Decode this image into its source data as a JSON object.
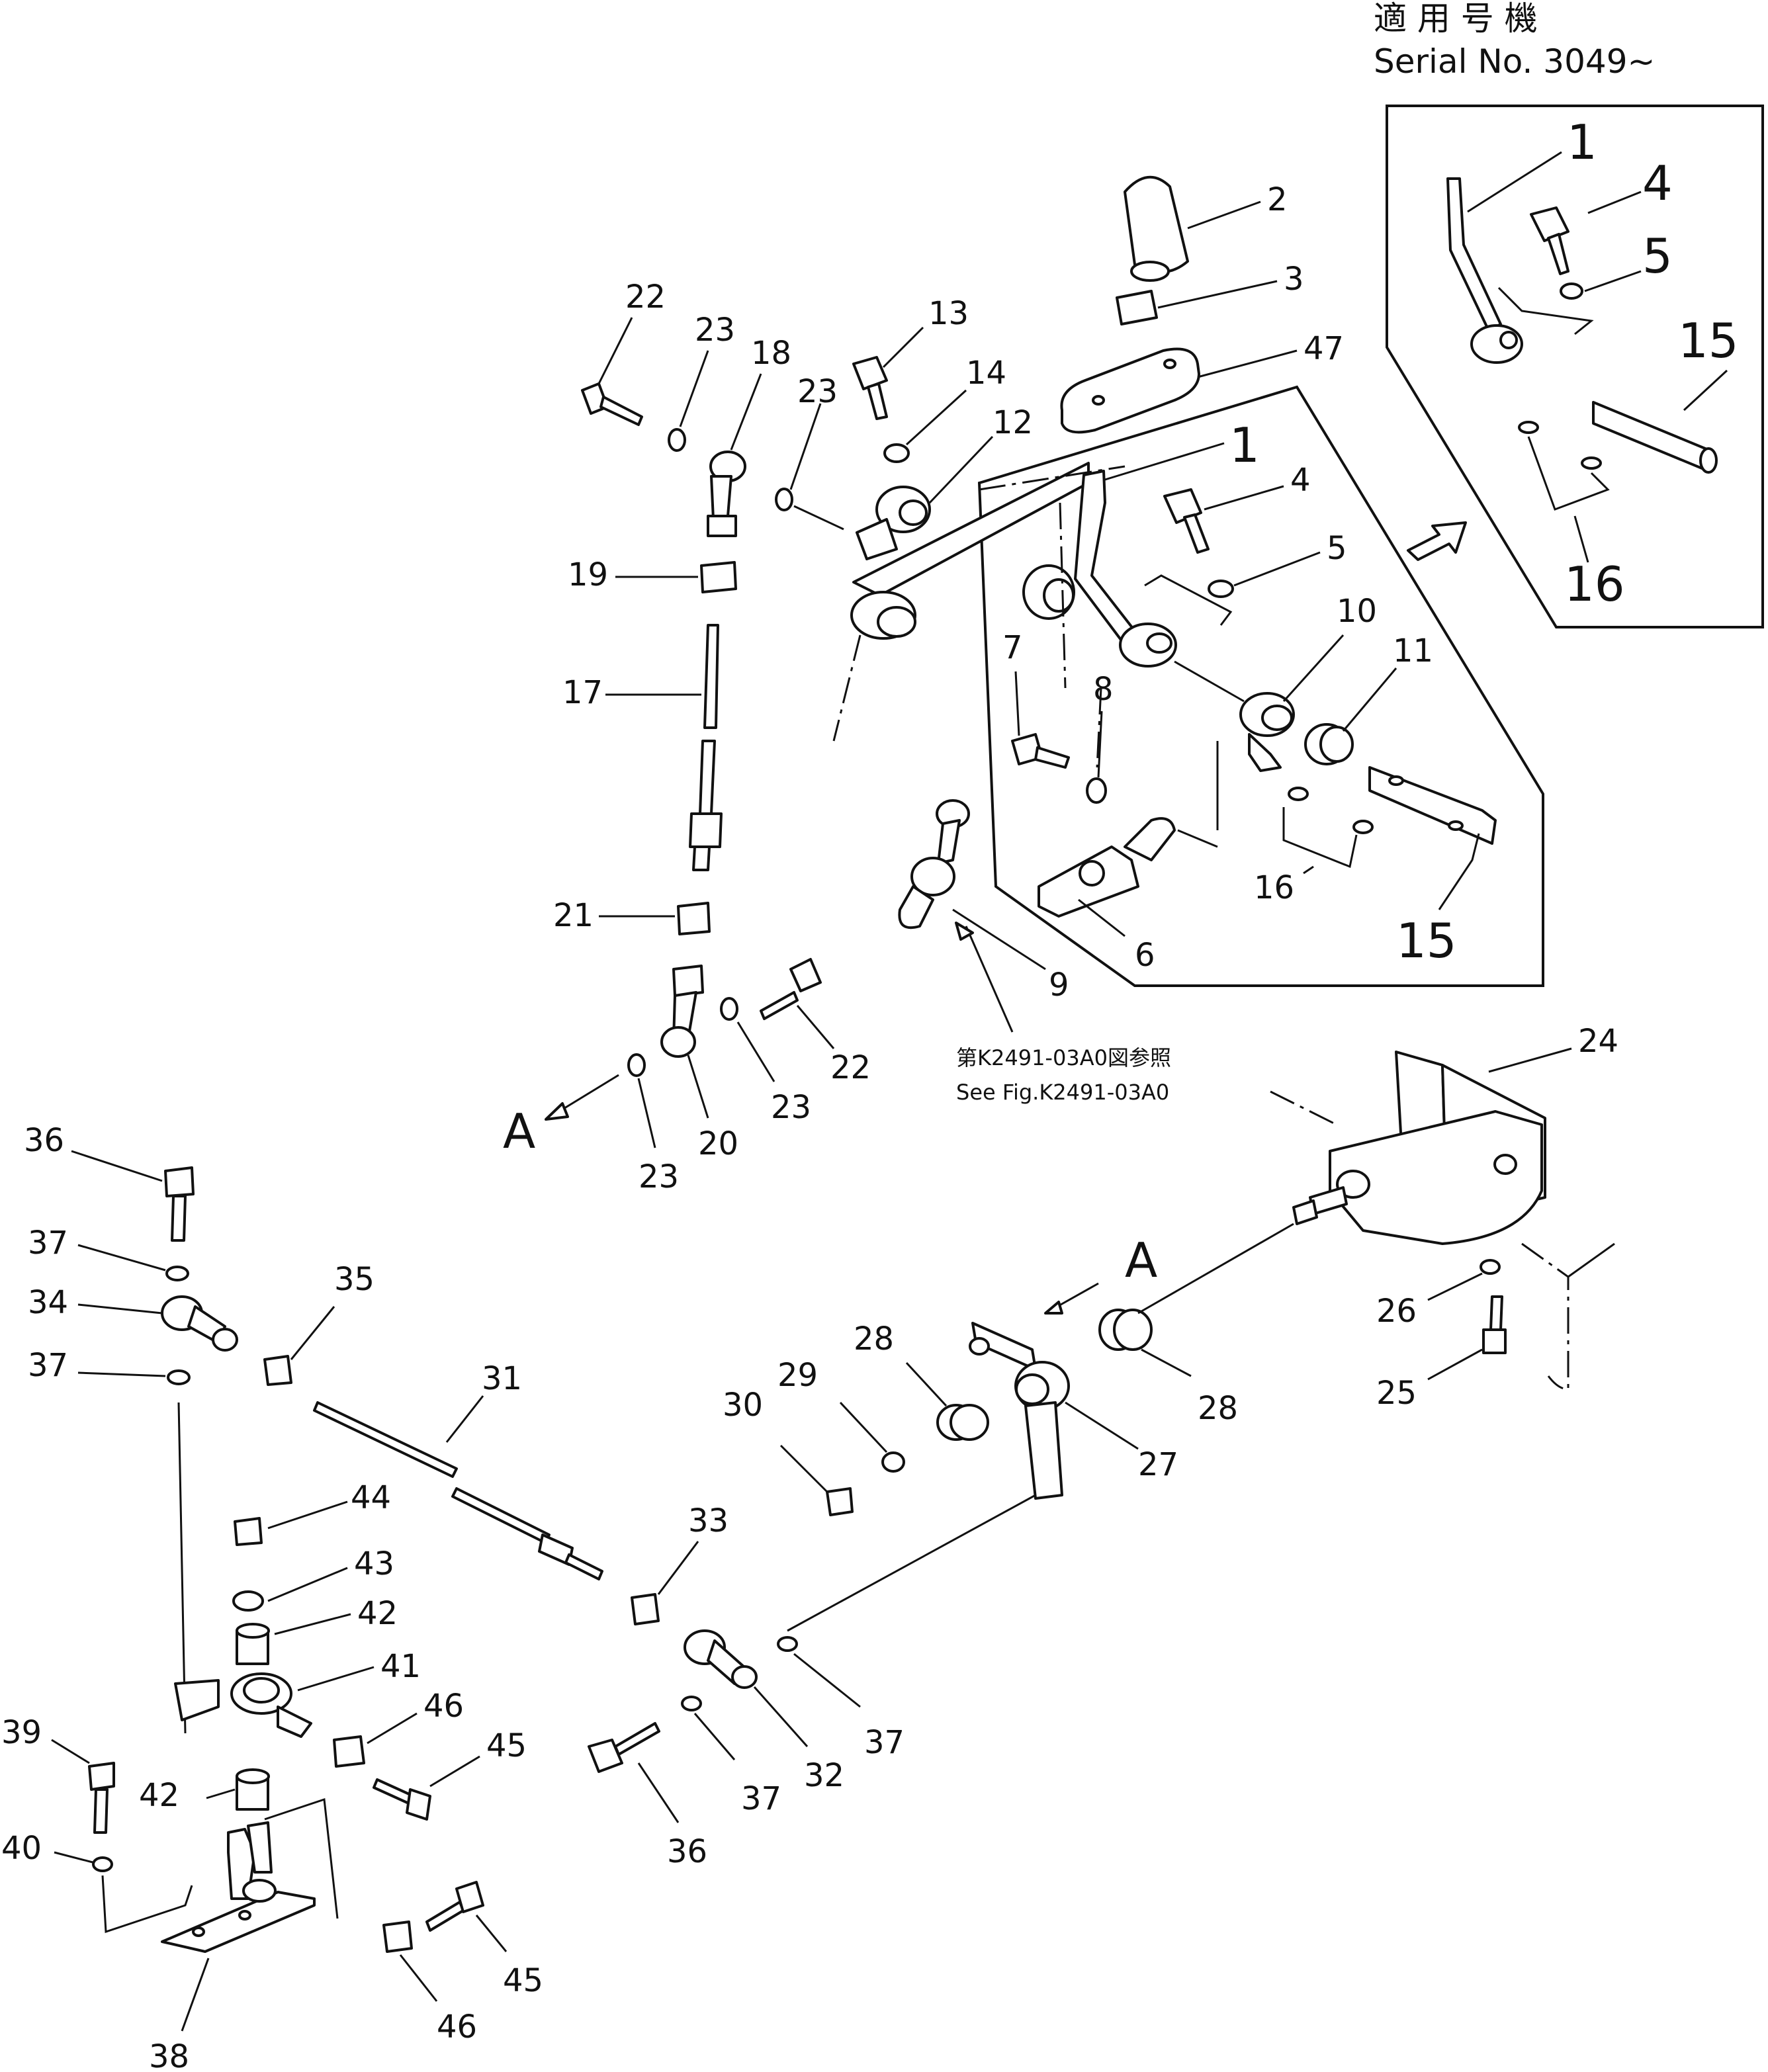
{
  "header": {
    "applicable_models": "適 用 号 機",
    "serial": "Serial No. 3049~"
  },
  "reference": {
    "jp": "第K2491-03A0図参照",
    "en": "See Fig.K2491-03A0"
  },
  "view_label": "A",
  "callouts": {
    "c1": "1",
    "c2": "2",
    "c3": "3",
    "c4": "4",
    "c5": "5",
    "c6": "6",
    "c7": "7",
    "c8": "8",
    "c9": "9",
    "c10": "10",
    "c11": "11",
    "c12": "12",
    "c13": "13",
    "c14": "14",
    "c15": "15",
    "c16": "16",
    "c17": "17",
    "c18": "18",
    "c19": "19",
    "c20": "20",
    "c21": "21",
    "c22": "22",
    "c23": "23",
    "c24": "24",
    "c25": "25",
    "c26": "26",
    "c27": "27",
    "c28": "28",
    "c29": "29",
    "c30": "30",
    "c31": "31",
    "c32": "32",
    "c33": "33",
    "c34": "34",
    "c35": "35",
    "c36": "36",
    "c37": "37",
    "c38": "38",
    "c39": "39",
    "c40": "40",
    "c41": "41",
    "c42": "42",
    "c43": "43",
    "c44": "44",
    "c45": "45",
    "c46": "46",
    "c47": "47"
  },
  "icons": [
    "arrow-right-icon",
    "arrow-a-icon"
  ]
}
